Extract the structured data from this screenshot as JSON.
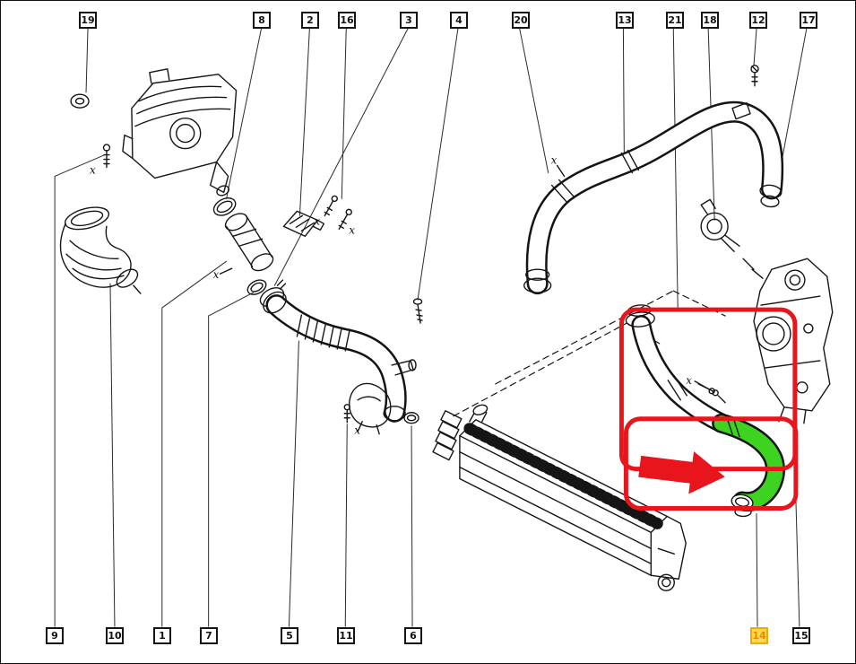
{
  "diagram": {
    "type": "exploded-parts-diagram",
    "description": "Air intake and intercooler hose exploded parts diagram with highlighted hose (part 14)",
    "top_callouts": [
      {
        "label": "19"
      },
      {
        "label": "8"
      },
      {
        "label": "2"
      },
      {
        "label": "16"
      },
      {
        "label": "3"
      },
      {
        "label": "4"
      },
      {
        "label": "20"
      },
      {
        "label": "13"
      },
      {
        "label": "21"
      },
      {
        "label": "18"
      },
      {
        "label": "12"
      },
      {
        "label": "17"
      }
    ],
    "bottom_callouts": [
      {
        "label": "9"
      },
      {
        "label": "10"
      },
      {
        "label": "1"
      },
      {
        "label": "7"
      },
      {
        "label": "5"
      },
      {
        "label": "11"
      },
      {
        "label": "6"
      },
      {
        "label": "14",
        "highlighted": true
      },
      {
        "label": "15"
      }
    ],
    "highlighted_part_callout": "14",
    "x_mark": "x"
  },
  "colors": {
    "highlight-red": "#e9151d",
    "part-green": "#3ed321",
    "callout-bg": "#ffd84d",
    "callout-text": "#ee8700",
    "callout-border": "#f2a800",
    "line-color": "#161616"
  }
}
